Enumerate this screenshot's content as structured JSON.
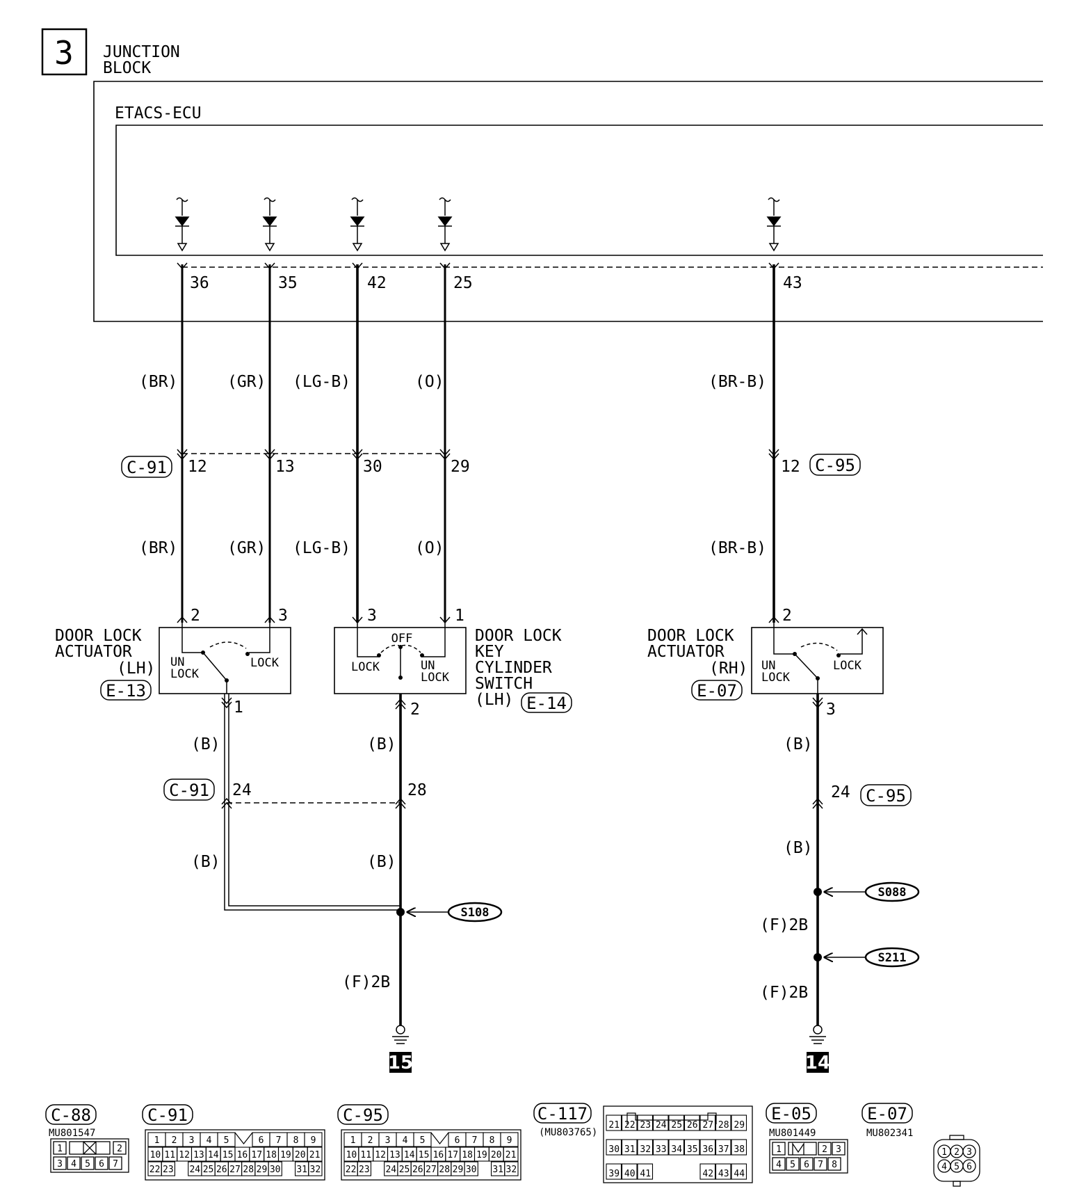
{
  "page_number": "3",
  "junction_block_line1": "JUNCTION",
  "junction_block_line2": "BLOCK",
  "ecu_label": "ETACS-ECU",
  "ecu_pins": [
    "36",
    "35",
    "42",
    "25",
    "43"
  ],
  "wire_colors": {
    "w1": "(BR)",
    "w2": "(GR)",
    "w3": "(LG-B)",
    "w4": "(O)",
    "w5": "(BR-B)",
    "black": "(B)",
    "f2b": "(F)2B"
  },
  "connectors": {
    "c91": "C-91",
    "c95": "C-95",
    "e13": "E-13",
    "e14": "E-14",
    "e07": "E-07"
  },
  "c91_pins": [
    "12",
    "13",
    "30",
    "29"
  ],
  "c95_pin_top": "12",
  "c91_pins_bottom": [
    "24",
    "28"
  ],
  "c95_pin_bottom": "24",
  "actuator_lh": {
    "line1": "DOOR LOCK",
    "line2": "ACTUATOR",
    "line3": "(LH)",
    "pin_top_left": "2",
    "pin_top_right": "3",
    "pin_bottom": "1"
  },
  "key_switch": {
    "line1": "DOOR LOCK",
    "line2": "KEY",
    "line3": "CYLINDER",
    "line4": "SWITCH",
    "line5": "(LH)",
    "pin_top_left": "3",
    "pin_top_right": "1",
    "pin_bottom": "2",
    "off": "OFF",
    "lock": "LOCK",
    "un": "UN",
    "unlock_lock": "LOCK"
  },
  "actuator_rh": {
    "line1": "DOOR LOCK",
    "line2": "ACTUATOR",
    "line3": "(RH)",
    "pin_top": "2",
    "pin_bottom": "3"
  },
  "switch_labels": {
    "un": "UN",
    "unlock": "LOCK",
    "lock": "LOCK"
  },
  "splices": {
    "s108": "S108",
    "s088": "S088",
    "s211": "S211"
  },
  "ground_points": {
    "left": "15",
    "right": "14"
  },
  "connector_legend": [
    {
      "id": "C-88",
      "part": "MU801547"
    },
    {
      "id": "C-91",
      "part": ""
    },
    {
      "id": "C-95",
      "part": ""
    },
    {
      "id": "C-117",
      "part": "(MU803765)"
    },
    {
      "id": "E-05",
      "part": "MU801449"
    },
    {
      "id": "E-07",
      "part": "MU802341"
    }
  ],
  "c88_rows": [
    [
      "1",
      "",
      "2"
    ],
    [
      "3",
      "4",
      "5",
      "6",
      "7"
    ]
  ],
  "c91_rows": [
    [
      "1",
      "2",
      "3",
      "4",
      "5",
      "",
      "6",
      "7",
      "8",
      "9"
    ],
    [
      "10",
      "11",
      "12",
      "13",
      "14",
      "15",
      "16",
      "17",
      "18",
      "19",
      "20",
      "21"
    ],
    [
      "22",
      "23",
      "",
      "24",
      "25",
      "26",
      "27",
      "28",
      "29",
      "30",
      "",
      "31",
      "32"
    ]
  ],
  "c95_rows": [
    [
      "1",
      "2",
      "3",
      "4",
      "5",
      "",
      "6",
      "7",
      "8",
      "9"
    ],
    [
      "10",
      "11",
      "12",
      "13",
      "14",
      "15",
      "16",
      "17",
      "18",
      "19",
      "20",
      "21"
    ],
    [
      "22",
      "23",
      "",
      "24",
      "25",
      "26",
      "27",
      "28",
      "29",
      "30",
      "",
      "31",
      "32"
    ]
  ],
  "c117_rows": [
    [
      "21",
      "22",
      "23",
      "24",
      "25",
      "26",
      "27",
      "28",
      "29"
    ],
    [
      "30",
      "31",
      "32",
      "33",
      "34",
      "35",
      "36",
      "37",
      "38"
    ],
    [
      "39",
      "40",
      "41",
      "",
      "",
      "",
      "",
      "42",
      "43",
      "44"
    ]
  ],
  "e05_rows": [
    [
      "1",
      "",
      "2",
      "3"
    ],
    [
      "4",
      "5",
      "6",
      "7",
      "8"
    ]
  ],
  "e07_pins": [
    "1",
    "2",
    "3",
    "4",
    "5",
    "6"
  ]
}
